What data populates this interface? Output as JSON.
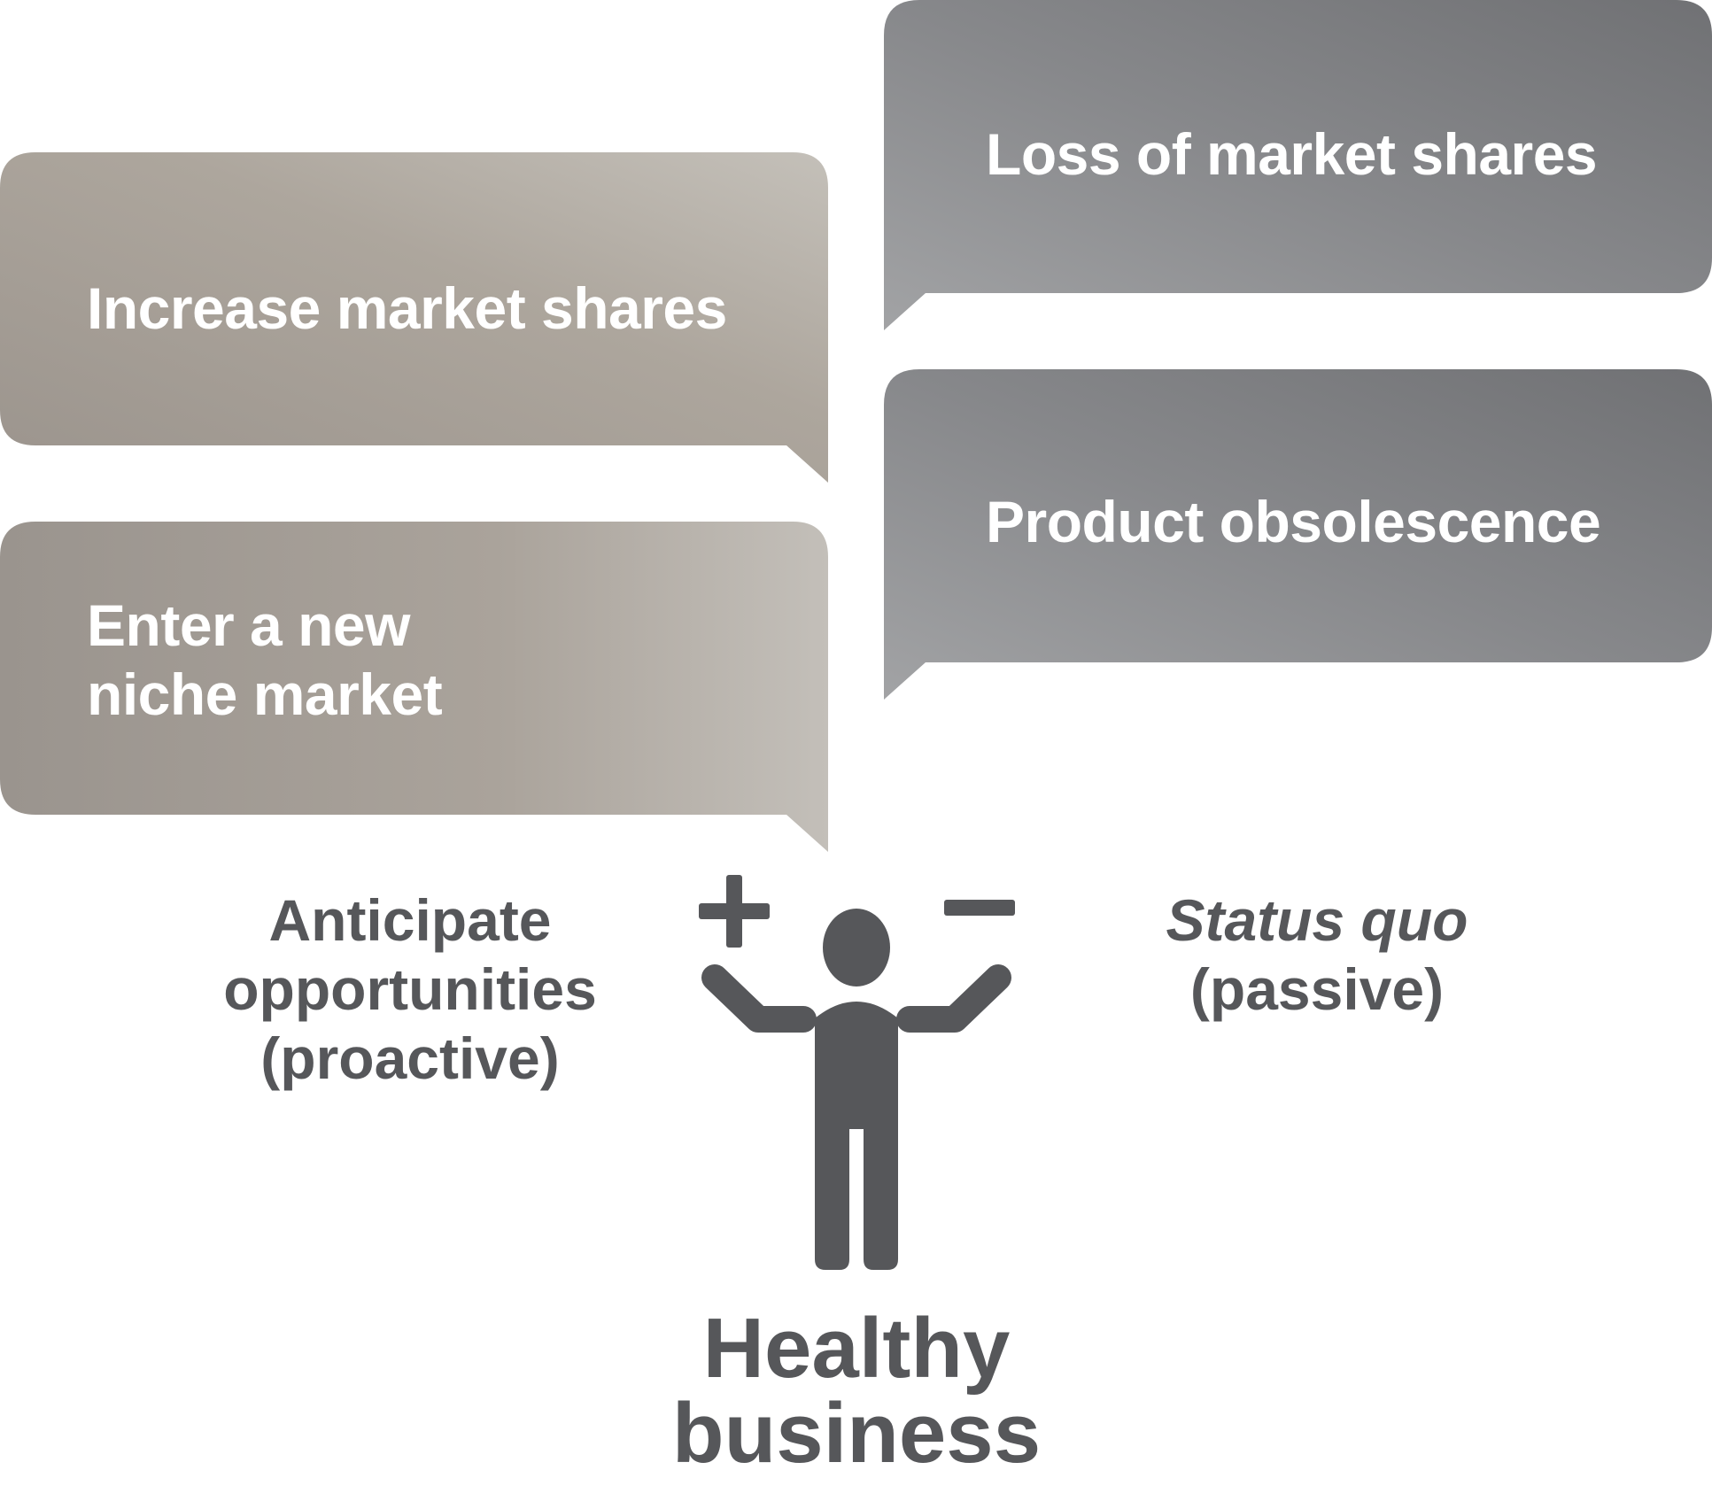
{
  "bubbles": {
    "increase": "Increase market shares",
    "niche_line1": "Enter a new",
    "niche_line2": "niche market",
    "loss": "Loss of market shares",
    "obsolescence": "Product obsolescence"
  },
  "labels": {
    "anticipate_line1": "Anticipate",
    "anticipate_line2": "opportunities",
    "anticipate_line3": "(proactive)",
    "status_line1": "Status quo",
    "status_line2": "(passive)",
    "healthy_line1": "Healthy",
    "healthy_line2": "business"
  },
  "icons": {
    "plus": "plus-icon",
    "minus": "minus-icon",
    "person": "person-icon"
  },
  "colors": {
    "warm_bubble": "#a39d96",
    "gray_bubble": "#7c7d80",
    "text_dark": "#56575a"
  }
}
